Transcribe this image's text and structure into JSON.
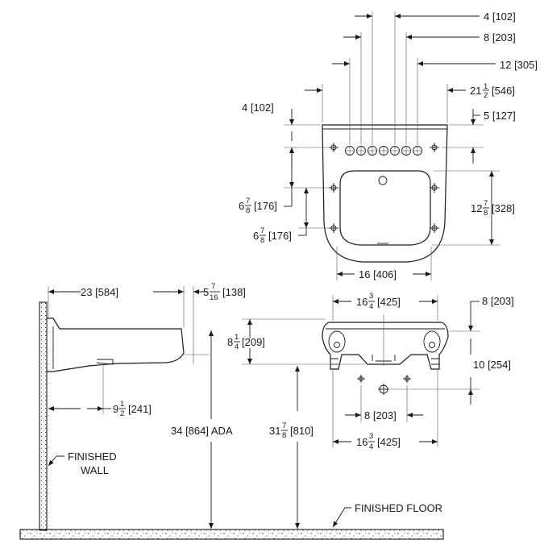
{
  "top_view": {
    "dim_4_102": "4 [102]",
    "dim_8_203": "8 [203]",
    "dim_12_305": "12 [305]",
    "dim_21": "21",
    "dim_21_frac": {
      "num": "1",
      "den": "2"
    },
    "dim_21_mm": "[546]",
    "dim_5_127": "5 [127]",
    "dim_left_4_102": "4 [102]",
    "dim_6_a": "6",
    "dim_6_a_frac": {
      "num": "7",
      "den": "8"
    },
    "dim_6_a_mm": "[176]",
    "dim_6_b": "6",
    "dim_6_b_frac": {
      "num": "7",
      "den": "8"
    },
    "dim_6_b_mm": "[176]",
    "dim_12": "12",
    "dim_12_frac": {
      "num": "7",
      "den": "8"
    },
    "dim_12_mm": "[328]",
    "dim_16_406": "16 [406]"
  },
  "side_view": {
    "dim_23_584": "23 [584]",
    "dim_5": "5",
    "dim_5_frac": {
      "num": "7",
      "den": "16"
    },
    "dim_5_mm": "[138]",
    "dim_9": "9",
    "dim_9_frac": {
      "num": "1",
      "den": "2"
    },
    "dim_9_mm": "[241]",
    "dim_34_ada": "34 [864] ADA",
    "finished_wall_1": "FINISHED",
    "finished_wall_2": "WALL"
  },
  "front_view": {
    "dim_16_top": "16",
    "dim_16_top_frac": {
      "num": "3",
      "den": "4"
    },
    "dim_16_top_mm": "[425]",
    "dim_8_203_top": "8 [203]",
    "dim_8": "8",
    "dim_8_frac": {
      "num": "1",
      "den": "4"
    },
    "dim_8_mm": "[209]",
    "dim_10_254": "10 [254]",
    "dim_31": "31",
    "dim_31_frac": {
      "num": "7",
      "den": "8"
    },
    "dim_31_mm": "[810]",
    "dim_8_203_bottom": "8 [203]",
    "dim_16_bottom": "16",
    "dim_16_bottom_frac": {
      "num": "3",
      "den": "4"
    },
    "dim_16_bottom_mm": "[425]"
  },
  "floor_label": "FINISHED FLOOR"
}
